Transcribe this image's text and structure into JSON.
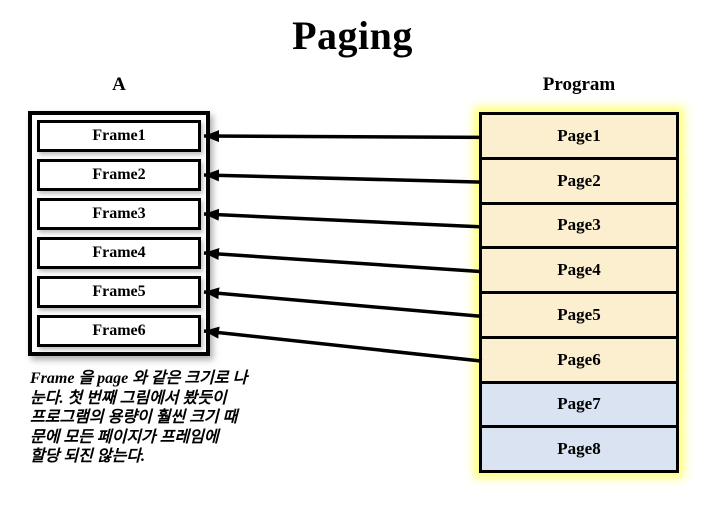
{
  "title": "Paging",
  "memory": {
    "label": "A",
    "frames": [
      {
        "label": "Frame1"
      },
      {
        "label": "Frame2"
      },
      {
        "label": "Frame3"
      },
      {
        "label": "Frame4"
      },
      {
        "label": "Frame5"
      },
      {
        "label": "Frame6"
      }
    ]
  },
  "program": {
    "label": "Program",
    "pages": [
      {
        "label": "Page1",
        "color": "#FCEFD0"
      },
      {
        "label": "Page2",
        "color": "#FCEFD0"
      },
      {
        "label": "Page3",
        "color": "#FCEFD0"
      },
      {
        "label": "Page4",
        "color": "#FCEFD0"
      },
      {
        "label": "Page5",
        "color": "#FCEFD0"
      },
      {
        "label": "Page6",
        "color": "#FCEFD0"
      },
      {
        "label": "Page7",
        "color": "#DAE3F2"
      },
      {
        "label": "Page8",
        "color": "#DAE3F2"
      }
    ]
  },
  "arrows": [
    {
      "from": 0,
      "to": 0,
      "from_page": "Page1",
      "to_frame": "Frame1"
    },
    {
      "from": 1,
      "to": 1,
      "from_page": "Page2",
      "to_frame": "Frame2"
    },
    {
      "from": 2,
      "to": 2,
      "from_page": "Page3",
      "to_frame": "Frame3"
    },
    {
      "from": 3,
      "to": 3,
      "from_page": "Page4",
      "to_frame": "Frame4"
    },
    {
      "from": 4,
      "to": 4,
      "from_page": "Page5",
      "to_frame": "Frame5"
    },
    {
      "from": 5,
      "to": 5,
      "from_page": "Page6",
      "to_frame": "Frame6"
    }
  ],
  "note": {
    "lines": [
      "Frame 을 page 와 같은 크기로 나",
      "눈다. 첫 번째 그림에서 봤듯이",
      "프로그램의 용량이 훨씬 크기 때",
      "문에 모든 페이지가 프레임에",
      "할당 되진 않는다."
    ]
  },
  "colors": {
    "arrow": "#000000",
    "border": "#000000",
    "glow": "#FFFF70",
    "frame_bg": "#FFFFFF"
  }
}
